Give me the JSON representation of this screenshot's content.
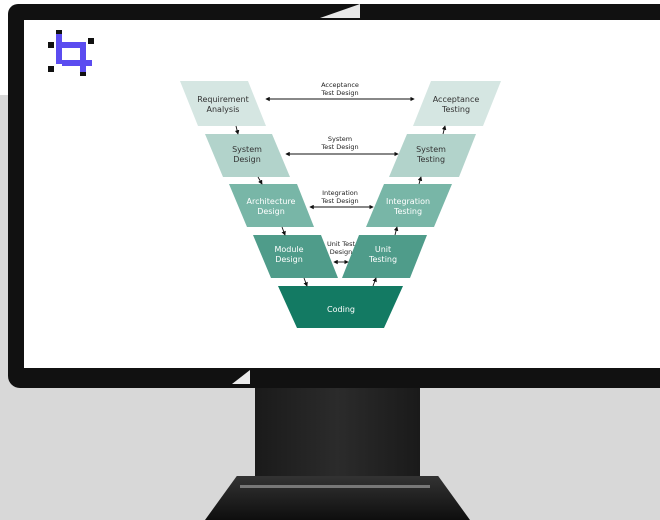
{
  "diagram": {
    "left_stages": [
      {
        "line1": "Requirement",
        "line2": "Analysis",
        "color": "#d5e6e2"
      },
      {
        "line1": "System",
        "line2": "Design",
        "color": "#b2d3cb"
      },
      {
        "line1": "Architecture",
        "line2": "Design",
        "color": "#78b6a7"
      },
      {
        "line1": "Module",
        "line2": "Design",
        "color": "#4f9c8a"
      }
    ],
    "right_stages": [
      {
        "line1": "Acceptance",
        "line2": "Testing",
        "color": "#d5e6e2"
      },
      {
        "line1": "System",
        "line2": "Testing",
        "color": "#b2d3cb"
      },
      {
        "line1": "Integration",
        "line2": "Testing",
        "color": "#78b6a7"
      },
      {
        "line1": "Unit",
        "line2": "Testing",
        "color": "#4f9c8a"
      }
    ],
    "bottom": {
      "label": "Coding",
      "color": "#137a63"
    },
    "links": [
      {
        "line1": "Acceptance",
        "line2": "Test Design"
      },
      {
        "line1": "System",
        "line2": "Test Design"
      },
      {
        "line1": "Integration",
        "line2": "Test Design"
      },
      {
        "line1": "Unit Test",
        "line2": "Design"
      }
    ]
  },
  "icons": {
    "crop": {
      "name": "crop-icon",
      "color": "#5b4cf0"
    }
  }
}
